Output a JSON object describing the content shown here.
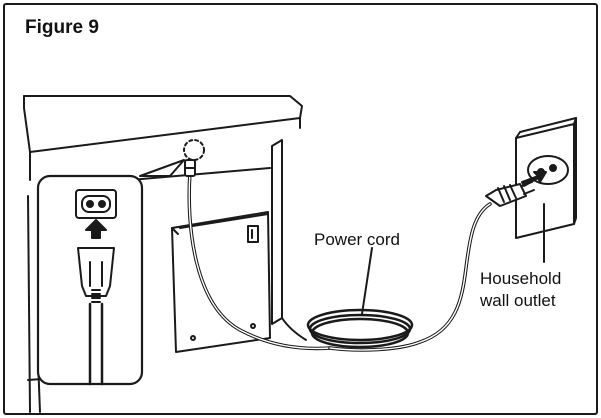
{
  "figure": {
    "title": "Figure 9",
    "labels": {
      "power_cord": "Power cord",
      "outlet_line1": "Household",
      "outlet_line2": "wall outlet"
    }
  },
  "colors": {
    "ink": "#1a1a1a",
    "highlight": "#ffffff"
  },
  "icons": [
    "up-arrow-icon",
    "plug-insert-arrow-icon"
  ]
}
